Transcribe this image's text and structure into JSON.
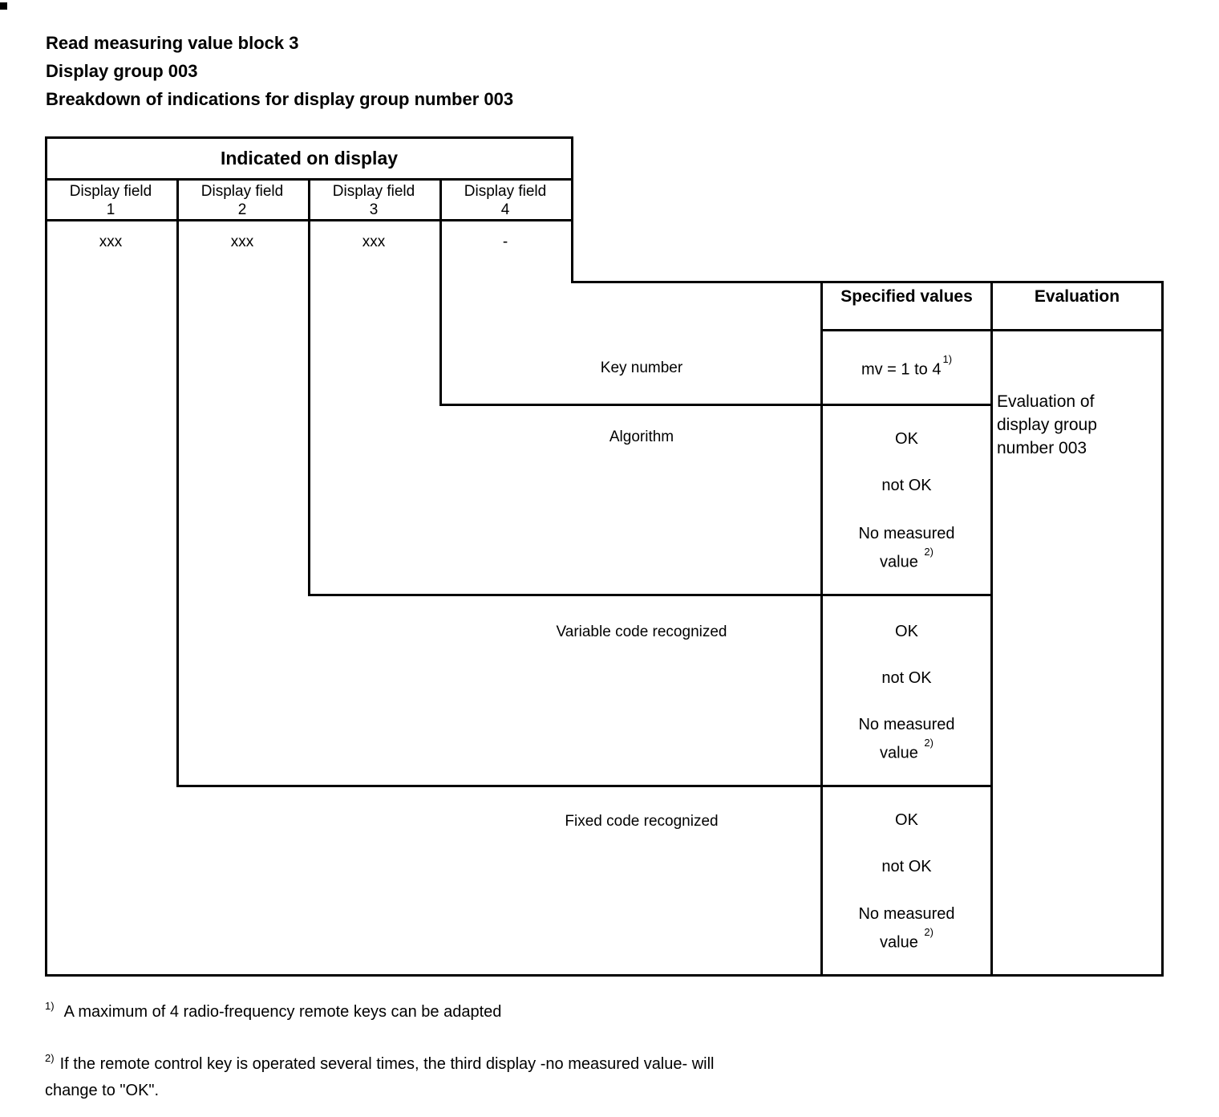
{
  "titles": {
    "line1": "Read measuring value block 3",
    "line2": "Display group 003",
    "line3": "Breakdown of indications for display group number 003"
  },
  "display_table": {
    "header": "Indicated on display",
    "fields": [
      {
        "name": "Display field",
        "num": "1",
        "value": "xxx"
      },
      {
        "name": "Display field",
        "num": "2",
        "value": "xxx"
      },
      {
        "name": "Display field",
        "num": "3",
        "value": "xxx"
      },
      {
        "name": "Display field",
        "num": "4",
        "value": "-"
      }
    ]
  },
  "matrix": {
    "specified_values_header": "Specified values",
    "evaluation_header": "Evaluation",
    "rows": {
      "key_number": {
        "label": "Key number",
        "value": "mv = 1 to 4",
        "value_sup": "1)"
      },
      "algorithm": {
        "label": "Algorithm",
        "ok": "OK",
        "not_ok": "not OK",
        "nmv_line1": "No measured",
        "nmv_line2": "value",
        "nmv_sup": "2)"
      },
      "variable_code": {
        "label": "Variable code recognized",
        "ok": "OK",
        "not_ok": "not OK",
        "nmv_line1": "No measured",
        "nmv_line2": "value",
        "nmv_sup": "2)"
      },
      "fixed_code": {
        "label": "Fixed code recognized",
        "ok": "OK",
        "not_ok": "not OK",
        "nmv_line1": "No measured",
        "nmv_line2": "value",
        "nmv_sup": "2)"
      }
    },
    "evaluation_cell": {
      "line1": "Evaluation of",
      "line2": "display group",
      "line3": "number 003"
    }
  },
  "footnotes": {
    "f1_sup": "1)",
    "f1_text": "A maximum of 4 radio-frequency remote keys can be adapted",
    "f2_sup": "2)",
    "f2_line1": "If the remote control key is operated several times, the third display -no measured value- will",
    "f2_line2": "change to \"OK\"."
  }
}
